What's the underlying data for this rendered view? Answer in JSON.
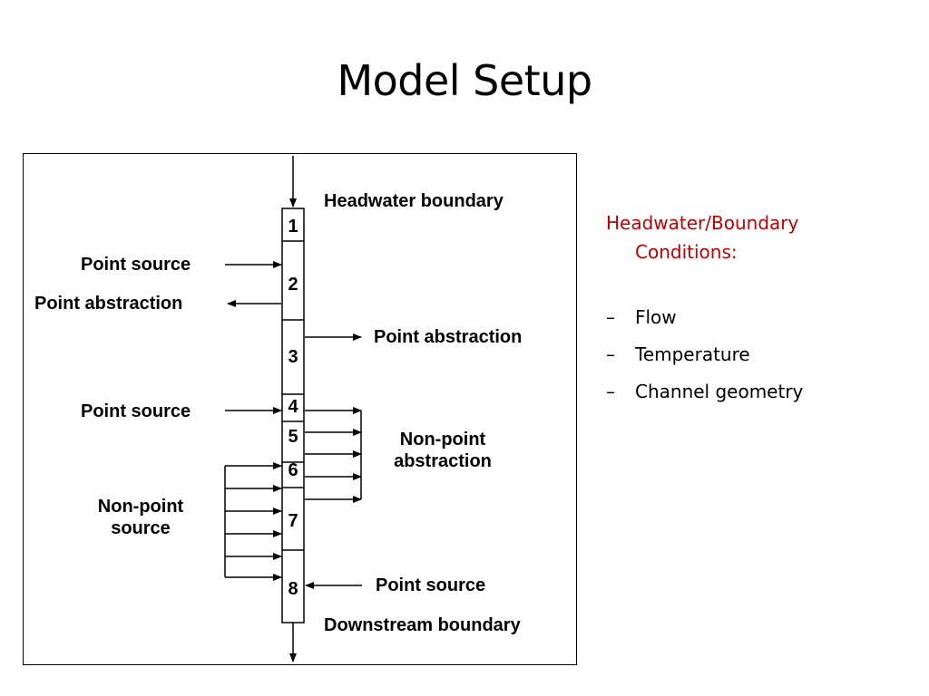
{
  "slide": {
    "title": "Model Setup"
  },
  "diagram": {
    "segments": [
      "1",
      "2",
      "3",
      "4",
      "5",
      "6",
      "7",
      "8"
    ],
    "labels": {
      "headwater": "Headwater boundary",
      "downstream": "Downstream boundary",
      "left_point_source_top": "Point source",
      "left_point_abstraction": "Point abstraction",
      "right_point_abstraction": "Point abstraction",
      "left_point_source_mid": "Point source",
      "non_point_abstraction": "Non-point abstraction",
      "non_point_source": "Non-point source",
      "right_point_source_bottom": "Point source"
    }
  },
  "side": {
    "heading_line1": "Headwater/Boundary",
    "heading_line2": "Conditions:",
    "dash": "–",
    "items": [
      "Flow",
      "Temperature",
      "Channel geometry"
    ]
  },
  "colors": {
    "heading": "#c00000",
    "text": "#000000"
  }
}
